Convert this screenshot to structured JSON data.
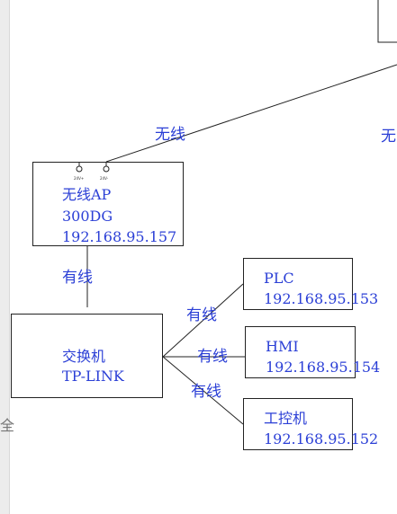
{
  "colors": {
    "text": "#2b3fd6",
    "line": "#222222"
  },
  "edges": {
    "wireless_top": "无线",
    "wireless_right_partial": "无",
    "ap_switch": "有线",
    "switch_plc": "有线",
    "switch_hmi": "有线",
    "switch_ipc": "有线"
  },
  "nodes": {
    "ap": {
      "line1": "无线AP",
      "line2": "300DG",
      "ip": "192.168.95.157",
      "port_left": "24V+",
      "port_right": "24V-"
    },
    "switch": {
      "line1": "交换机",
      "line2": "TP-LINK"
    },
    "plc": {
      "name": "PLC",
      "ip": "192.168.95.153"
    },
    "hmi": {
      "name": "HMI",
      "ip": "192.168.95.154"
    },
    "ipc": {
      "name": "工控机",
      "ip": "192.168.95.152"
    }
  },
  "side_glyph": "全"
}
